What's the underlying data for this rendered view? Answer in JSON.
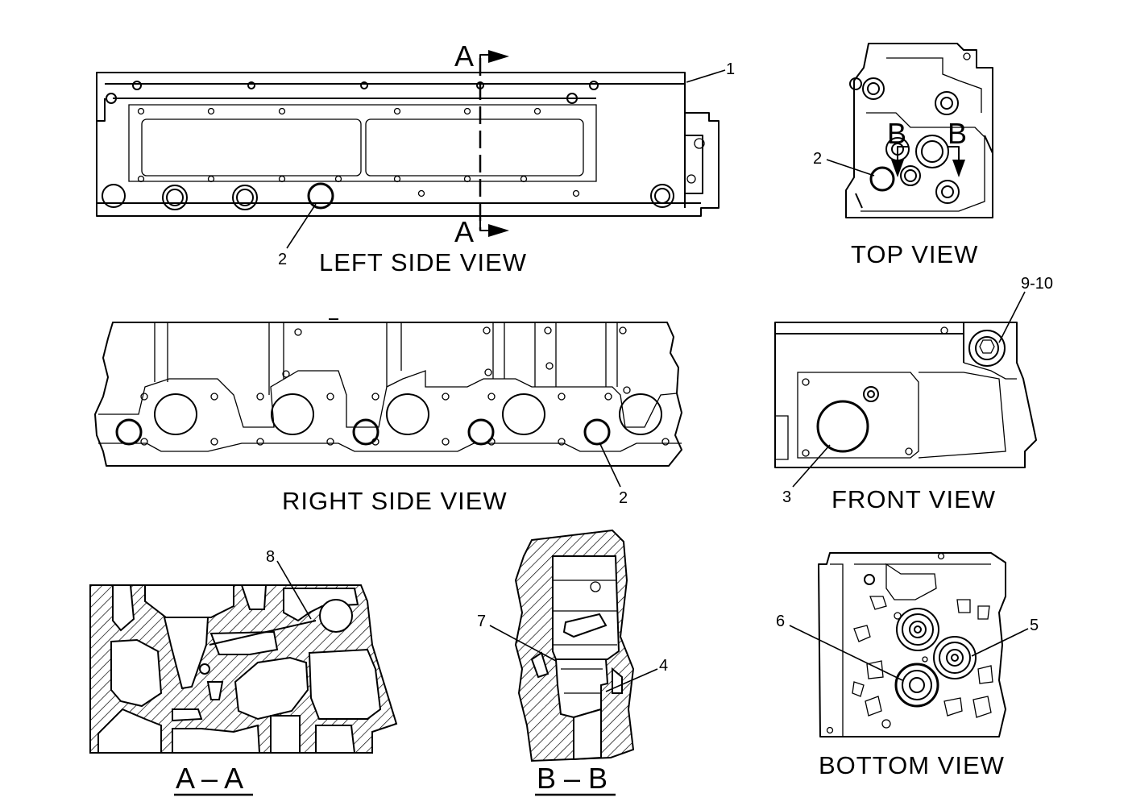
{
  "views": {
    "left_side": "LEFT  SIDE  VIEW",
    "top": "TOP  VIEW",
    "right_side": "RIGHT  SIDE  VIEW",
    "front": "FRONT  VIEW",
    "bottom": "BOTTOM  VIEW",
    "section_aa": "A – A",
    "section_bb": "B – B"
  },
  "section_markers": {
    "a_top": "A",
    "a_bottom": "A",
    "b_left": "B",
    "b_right": "B"
  },
  "callouts": {
    "c1": "1",
    "c2_left": "2",
    "c2_top": "2",
    "c2_right": "2",
    "c3": "3",
    "c4": "4",
    "c5": "5",
    "c6": "6",
    "c7": "7",
    "c8": "8",
    "c9_10": "9-10"
  }
}
